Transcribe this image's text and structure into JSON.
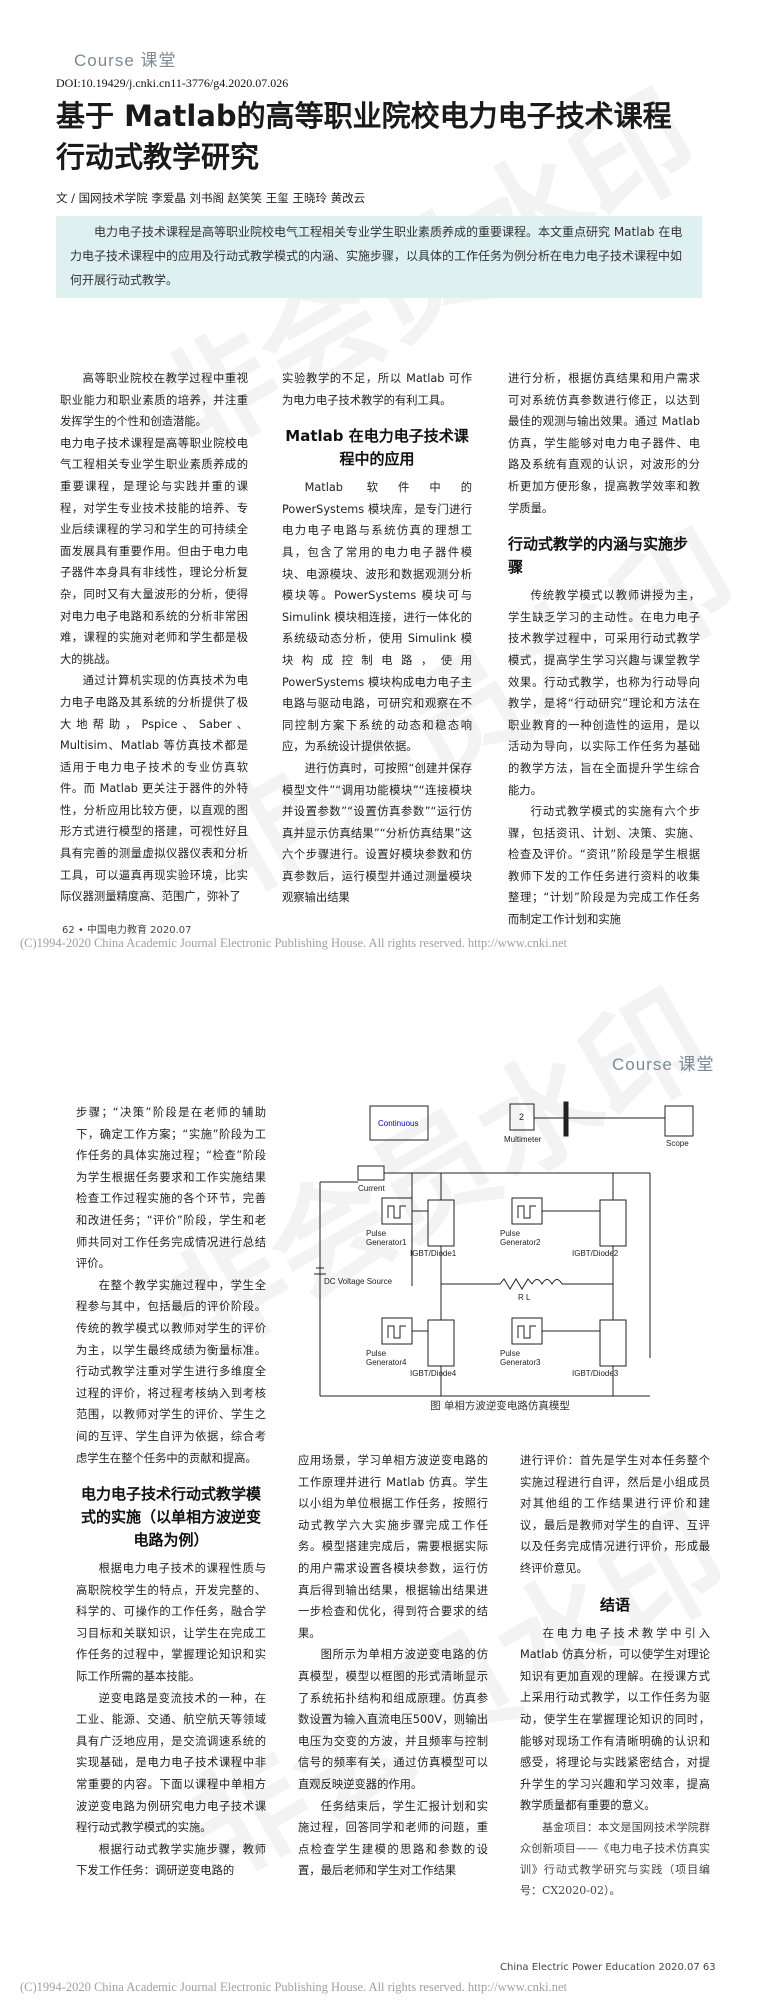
{
  "page1": {
    "header": "Course  课堂",
    "doi": "DOI:10.19429/j.cnki.cn11-3776/g4.2020.07.026",
    "title_line1": "基于 Matlab的高等职业院校电力电子技术课程",
    "title_line2": "行动式教学研究",
    "authors": "文 / 国网技术学院  李爱晶  刘书阁  赵笑笑  王玺  王晓玲  黄改云",
    "abstract": "电力电子技术课程是高等职业院校电气工程相关专业学生职业素质养成的重要课程。本文重点研究 Matlab 在电力电子技术课程中的应用及行动式教学模式的内涵、实施步骤，以具体的工作任务为例分析在电力电子技术课程中如何开展行动式教学。",
    "col1": [
      "高等职业院校在教学过程中重视职业能力和职业素质的培养，并注重发挥学生的个性和创造潜能。",
      "电力电子技术课程是高等职业院校电气工程相关专业学生职业素质养成的重要课程，是理论与实践并重的课程，对学生专业技术技能的培养、专业后续课程的学习和学生的可持续全面发展具有重要作用。但由于电力电子器件本身具有非线性，理论分析复杂，同时又有大量波形的分析，使得对电力电子电路和系统的分析非常困难，课程的实施对老师和学生都是极大的挑战。",
      "通过计算机实现的仿真技术为电力电子电路及其系统的分析提供了极大地帮助，Pspice、Saber、Multisim、Matlab 等仿真技术都是适用于电力电子技术的专业仿真软件。而 Matlab 更关注于器件的外特性，分析应用比较方便，以直观的图形方式进行模型的搭建，可视性好且具有完善的测量虚拟仪器仪表和分析工具，可以逼真再现实验环境，比实际仪器测量精度高、范围广，弥补了"
    ],
    "col2_intro": "实验教学的不足，所以 Matlab 可作为电力电子技术教学的有利工具。",
    "col2_heading": "Matlab 在电力电子技术课程中的应用",
    "col2": [
      "Matlab 软件中的 PowerSystems 模块库，是专门进行电力电子电路与系统仿真的理想工具，包含了常用的电力电子器件模块、电源模块、波形和数据观测分析模块等。PowerSystems 模块可与 Simulink 模块相连接，进行一体化的系统级动态分析，使用 Simulink 模块构成控制电路，使用 PowerSystems 模块构成电力电子主电路与驱动电路，可研究和观察在不同控制方案下系统的动态和稳态响应，为系统设计提供依据。",
      "进行仿真时，可按照“创建并保存模型文件”“调用功能模块”“连接模块并设置参数”“设置仿真参数”“运行仿真并显示仿真结果”“分析仿真结果”这六个步骤进行。设置好模块参数和仿真参数后，运行模型并通过测量模块观察输出结果"
    ],
    "col3_intro": "进行分析，根据仿真结果和用户需求可对系统仿真参数进行修正，以达到最佳的观测与输出效果。通过 Matlab 仿真，学生能够对电力电子器件、电路及系统有直观的认识，对波形的分析更加方便形象，提高教学效率和教学质量。",
    "col3_heading": "行动式教学的内涵与实施步骤",
    "col3": [
      "传统教学模式以教师讲授为主，学生缺乏学习的主动性。在电力电子技术教学过程中，可采用行动式教学模式，提高学生学习兴趣与课堂教学效果。行动式教学，也称为行动导向教学，是将“行动研究”理论和方法在职业教育的一种创造性的运用，是以活动为导向，以实际工作任务为基础的教学方法，旨在全面提升学生综合能力。",
      "行动式教学模式的实施有六个步骤，包括资讯、计划、决策、实施、检查及评价。“资讯”阶段是学生根据教师下发的工作任务进行资料的收集整理；“计划”阶段是为完成工作任务而制定工作计划和实施"
    ],
    "page_number": "62 • 中国电力教育 2020.07",
    "footer": "(C)1994-2020 China Academic Journal Electronic Publishing House. All rights reserved.    http://www.cnki.net",
    "watermark": "非会员水印"
  },
  "page2": {
    "header": "Course  课堂",
    "col1_top": [
      "步骤；“决策”阶段是在老师的辅助下，确定工作方案；“实施”阶段为工作任务的具体实施过程；“检查”阶段为学生根据任务要求和工作实施结果检查工作过程实施的各个环节，完善和改进任务；“评价”阶段，学生和老师共同对工作任务完成情况进行总结评价。",
      "在整个教学实施过程中，学生全程参与其中，包括最后的评价阶段。传统的教学模式以教师对学生的评价为主，以学生最终成绩为衡量标准。行动式教学注重对学生进行多维度全过程的评价，将过程考核纳入到考核范围，以教师对学生的评价、学生之间的互评、学生自评为依据，综合考虑学生在整个任务中的贡献和提高。"
    ],
    "col1_heading": "电力电子技术行动式教学模式的实施（以单相方波逆变电路为例）",
    "col1_bottom": [
      "根据电力电子技术的课程性质与高职院校学生的特点，开发完整的、科学的、可操作的工作任务，融合学习目标和关联知识，让学生在完成工作任务的过程中，掌握理论知识和实际工作所需的基本技能。",
      "逆变电路是变流技术的一种，在工业、能源、交通、航空航天等领域具有广泛地应用，是交流调速系统的实现基础，是电力电子技术课程中非常重要的内容。下面以课程中单相方波逆变电路为例研究电力电子技术课程行动式教学模式的实施。",
      "根据行动式教学实施步骤，教师下发工作任务：调研逆变电路的"
    ],
    "figure": {
      "caption": "图  单相方波逆变电路仿真模型",
      "continuous": "Continuous",
      "multimeter_value": "2",
      "multimeter_label": "Multimeter",
      "scope_label": "Scope",
      "current_label": "Current",
      "dc_label": "DC Voltage Source",
      "pg1": "Pulse\nGenerator1",
      "pg2": "Pulse\nGenerator2",
      "pg3": "Pulse\nGenerator3",
      "pg4": "Pulse\nGenerator4",
      "igbt1": "IGBT/Diode1",
      "igbt2": "IGBT/Diode2",
      "igbt3": "IGBT/Diode3",
      "igbt4": "IGBT/Diode4",
      "rl": "R L"
    },
    "col2": [
      "应用场景，学习单相方波逆变电路的工作原理并进行 Matlab 仿真。学生以小组为单位根据工作任务，按照行动式教学六大实施步骤完成工作任务。模型搭建完成后，需要根据实际的用户需求设置各模块参数，运行仿真后得到输出结果，根据输出结果进一步检查和优化，得到符合要求的结果。",
      "图所示为单相方波逆变电路的仿真模型，模型以框图的形式清晰显示了系统拓扑结构和组成原理。仿真参数设置为输入直流电压500V，则输出电压为交变的方波，并且频率与控制信号的频率有关，通过仿真模型可以直观反映逆变器的作用。",
      "任务结束后，学生汇报计划和实施过程，回答同学和老师的问题，重点检查学生建模的思路和参数的设置，最后老师和学生对工作结果"
    ],
    "col3_top": "进行评价：首先是学生对本任务整个实施过程进行自评，然后是小组成员对其他组的工作结果进行评价和建议，最后是教师对学生的自评、互评以及任务完成情况进行评价，形成最终评价意见。",
    "col3_heading": "结语",
    "col3": "在电力电子技术教学中引入 Matlab 仿真分析，可以使学生对理论知识有更加直观的理解。在授课方式上采用行动式教学，以工作任务为驱动，使学生在掌握理论知识的同时，能够对现场工作有清晰明确的认识和感受，将理论与实践紧密结合，对提升学生的学习兴趣和学习效率，提高教学质量都有重要的意义。",
    "fund": "基金项目：本文是国网技术学院群众创新项目——《电力电子技术仿真实训》行动式教学研究与实践（项目编号：CX2020-02）。",
    "page_number": "China Electric Power Education 2020.07    63",
    "footer": "(C)1994-2020 China Academic Journal Electronic Publishing House. All rights reserved.    http://www.cnki.net",
    "watermark": "非会员水印"
  }
}
